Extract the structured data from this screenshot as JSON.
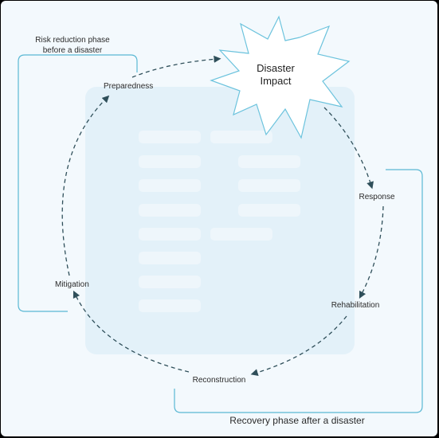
{
  "diagram": {
    "impact": {
      "line1": "Disaster",
      "line2": "Impact"
    },
    "stages": {
      "preparedness": "Preparedness",
      "response": "Response",
      "rehabilitation": "Rehabilitation",
      "reconstruction": "Reconstruction",
      "mitigation": "Mitigation"
    },
    "phases": {
      "risk_line1": "Risk reduction phase",
      "risk_line2": "before a disaster",
      "recovery": "Recovery phase after a disaster"
    },
    "colors": {
      "background": "#f3f9fd",
      "panel": "#e3f1f9",
      "bracket": "#5ab8d4",
      "star_stroke": "#6cc3dd",
      "arrow": "#2f4f5a",
      "placeholder_bar": "#eef6fb"
    }
  }
}
